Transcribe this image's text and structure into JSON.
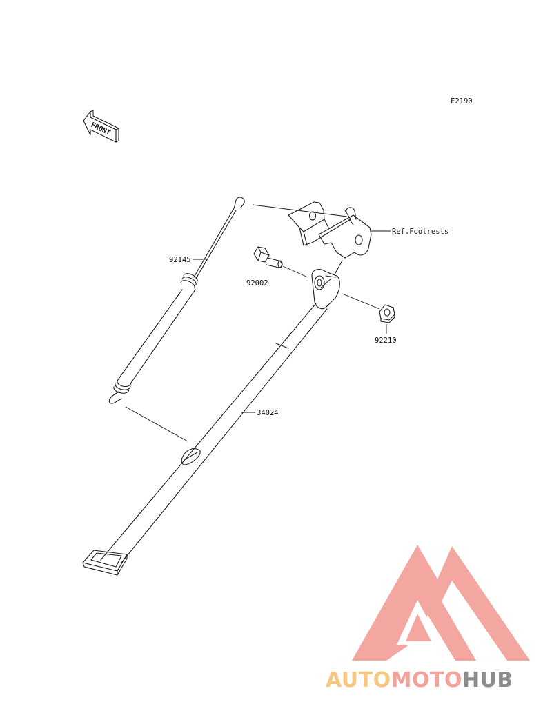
{
  "diagram": {
    "figure_code": "F2190",
    "front_label": "FRONT",
    "ref_label": "Ref.Footrests",
    "parts": [
      {
        "number": "92145",
        "name": "spring"
      },
      {
        "number": "92002",
        "name": "bolt"
      },
      {
        "number": "92210",
        "name": "nut"
      },
      {
        "number": "34024",
        "name": "side-stand"
      }
    ]
  },
  "watermark": {
    "brand_parts": [
      "AUTO",
      "MOTO",
      "HUB"
    ],
    "colors": {
      "logo": "#f4a6a0",
      "auto": "#f7c680",
      "moto": "#f5a29a",
      "hub": "#8c8c8c"
    }
  }
}
